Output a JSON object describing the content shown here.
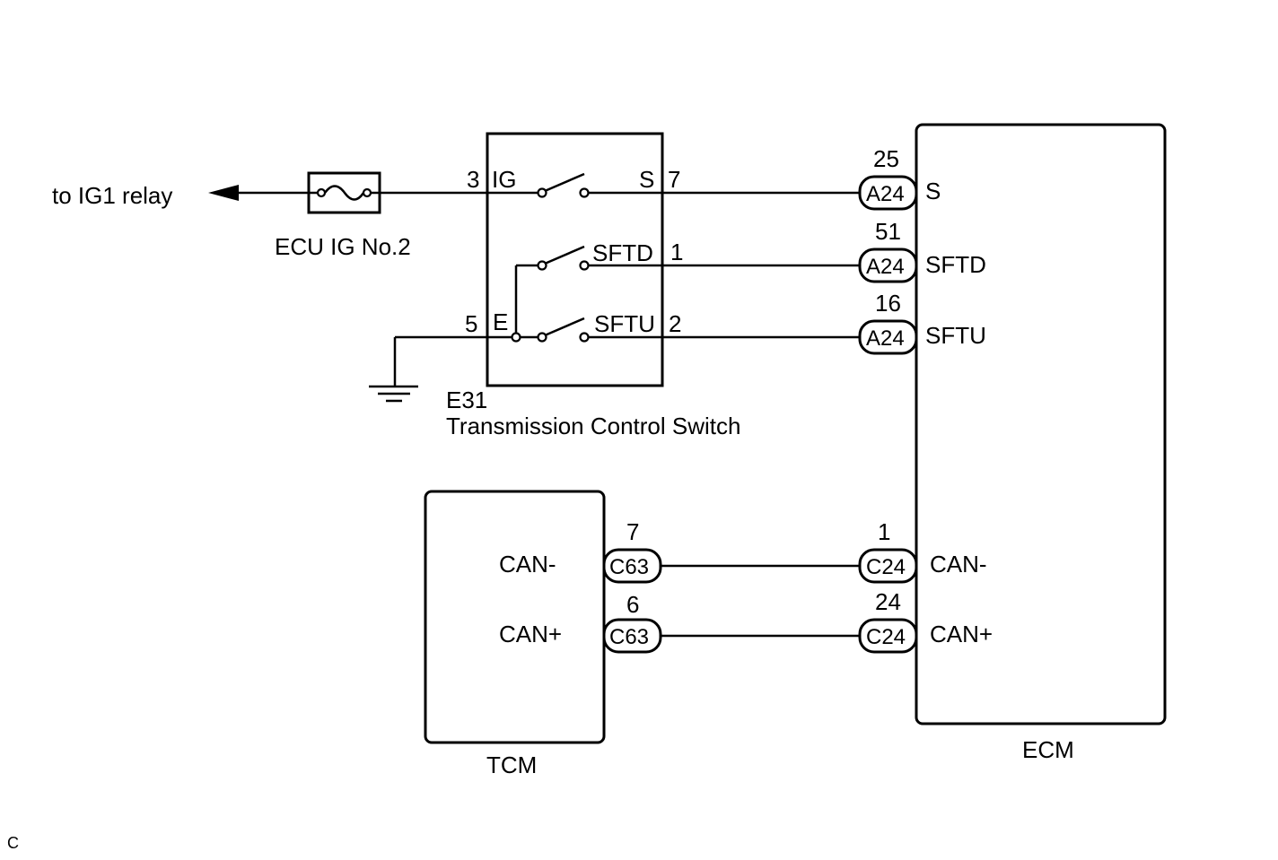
{
  "external": {
    "ig1_label": "to IG1 relay",
    "fuse_label": "ECU IG No.2"
  },
  "switch": {
    "code": "E31",
    "name": "Transmission Control Switch",
    "pins": {
      "ig_num": "3",
      "ig_name": "IG",
      "s_name": "S",
      "s_num": "7",
      "sftd_name": "SFTD",
      "sftd_num": "1",
      "e_num": "5",
      "e_name": "E",
      "sftu_name": "SFTU",
      "sftu_num": "2"
    }
  },
  "ecm": {
    "label": "ECM",
    "pins": [
      {
        "num": "25",
        "connector": "A24",
        "name": "S"
      },
      {
        "num": "51",
        "connector": "A24",
        "name": "SFTD"
      },
      {
        "num": "16",
        "connector": "A24",
        "name": "SFTU"
      },
      {
        "num": "1",
        "connector": "C24",
        "name": "CAN-"
      },
      {
        "num": "24",
        "connector": "C24",
        "name": "CAN+"
      }
    ]
  },
  "tcm": {
    "label": "TCM",
    "pins": [
      {
        "num": "7",
        "connector": "C63",
        "name": "CAN-"
      },
      {
        "num": "6",
        "connector": "C63",
        "name": "CAN+"
      }
    ]
  },
  "corner_mark": "C"
}
